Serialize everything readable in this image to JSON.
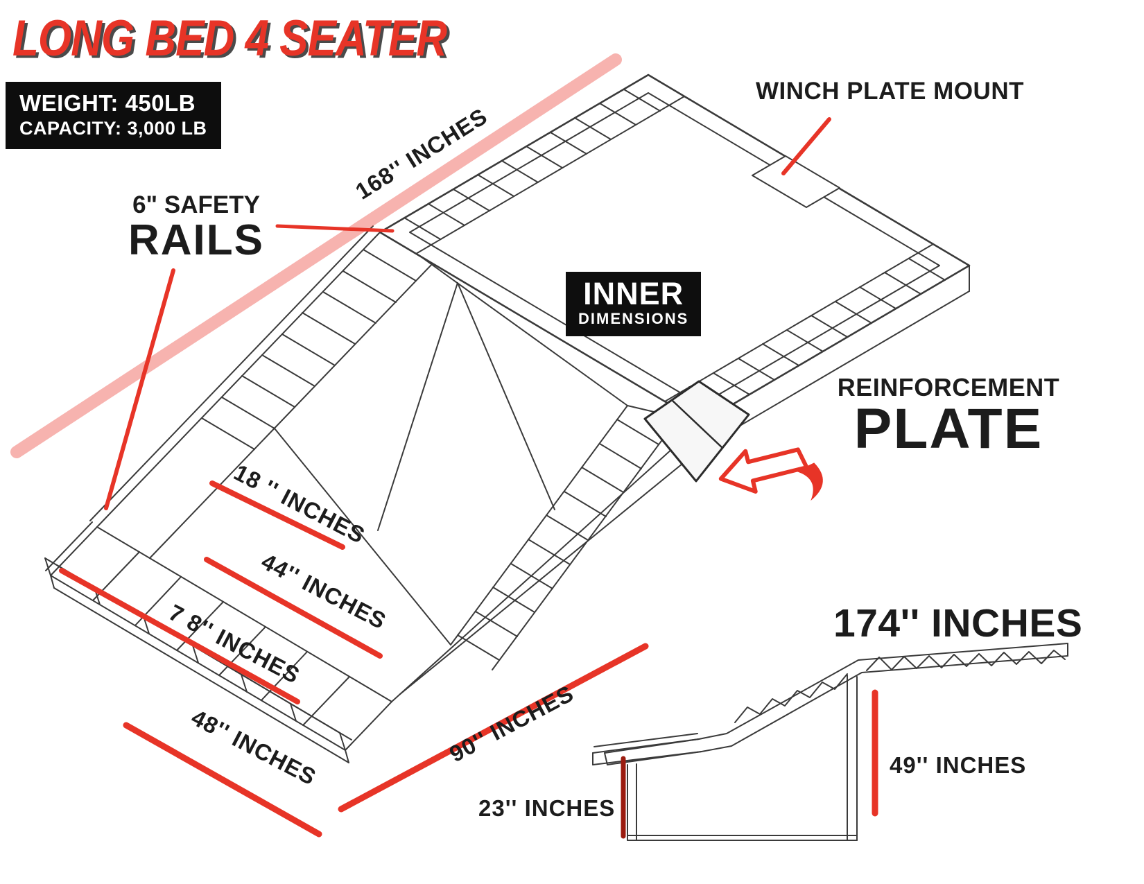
{
  "title": "LONG BED 4 SEATER",
  "spec_box": {
    "weight": "WEIGHT: 450LB",
    "capacity": "CAPACITY: 3,000 LB"
  },
  "callouts": {
    "winch_plate": "WINCH PLATE MOUNT",
    "safety_rails_line1": "6\" SAFETY",
    "safety_rails_line2": "RAILS",
    "inner_dims_line1": "INNER",
    "inner_dims_line2": "DIMENSIONS",
    "reinforcement_line1": "REINFORCEMENT",
    "reinforcement_line2": "PLATE"
  },
  "dimensions": {
    "top_rail": "168'' INCHES",
    "bed_width_18": "18 '' INCHES",
    "bed_width_44": "44'' INCHES",
    "bed_width_78": "7 8'' INCHES",
    "front_width_48": "48'' INCHES",
    "side_length_90": "90'' INCHES",
    "overall_length_174": "174'' INCHES",
    "height_49": "49'' INCHES",
    "height_23": "23'' INCHES"
  },
  "colors": {
    "accent_red": "#e73427",
    "dark_red": "#9b1c10",
    "ink": "#1c1c1c",
    "line_gray": "#3a3a3a"
  }
}
